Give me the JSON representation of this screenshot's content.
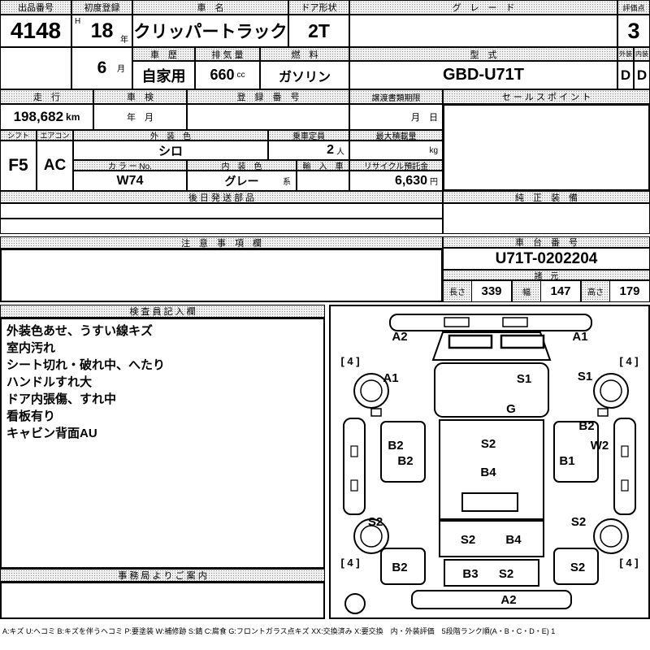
{
  "top": {
    "lot_label": "出品番号",
    "lot_value": "4148",
    "first_reg_label": "初度登録",
    "first_reg_era": "H",
    "first_reg_year": "18",
    "first_reg_year_unit": "年",
    "first_reg_month": "6",
    "first_reg_month_unit": "月",
    "car_name_label": "車　名",
    "car_name_value": "クリッパートラック",
    "door_label": "ドア形状",
    "door_value": "2T",
    "grade_label": "グ　レ　ー　ド",
    "grade_value": "",
    "score_label": "評価点",
    "score_value": "3",
    "history_label": "車　歴",
    "history_value": "自家用",
    "displacement_label": "排 気 量",
    "displacement_value": "660",
    "displacement_unit": "cc",
    "fuel_label": "燃　料",
    "fuel_value": "ガソリン",
    "model_label": "型　式",
    "model_value": "GBD-U71T",
    "exterior_label": "外装",
    "exterior_value": "D",
    "interior_label": "内装",
    "interior_value": "D"
  },
  "mid": {
    "mileage_label": "走　行",
    "mileage_value": "198,682",
    "mileage_unit": "km",
    "inspection_label": "車　検",
    "inspection_value": "年　月",
    "reg_no_label": "登　録　番　号",
    "reg_no_value": "",
    "transfer_label": "譲渡書類期限",
    "transfer_value": "月　日",
    "sales_point_label": "セ ー ル ス ポ イ ン ト",
    "sales_point_value": ""
  },
  "spec": {
    "shift_label": "シフト",
    "shift_value": "F5",
    "aircon_label": "エアコン",
    "aircon_value": "AC",
    "ext_color_label": "外　装　色",
    "ext_color_value": "シロ",
    "capacity_label": "乗車定員",
    "capacity_value": "2",
    "capacity_unit": "人",
    "max_load_label": "最大積載量",
    "max_load_unit": "kg",
    "color_no_label": "カ ラ ー No.",
    "color_no_value": "W74",
    "int_color_label": "内　装　色",
    "int_color_value": "グレー",
    "int_color_unit": "系",
    "import_label": "輸　入　車",
    "import_value": "",
    "recycle_label": "リサイクル預託金",
    "recycle_value": "6,630",
    "recycle_unit": "円"
  },
  "boxes": {
    "later_parts_label": "後 日 発 送 部 品",
    "genuine_label": "純　正　装　備",
    "caution_label": "注　意　事　項　欄",
    "chassis_label": "車　台　番　号",
    "chassis_value": "U71T-0202204",
    "dimensions_label": "諸　元",
    "length_label": "長さ",
    "length_value": "339",
    "width_label": "幅",
    "width_value": "147",
    "height_label": "高さ",
    "height_value": "179",
    "inspector_label": "検 査 員 記 入 欄",
    "inspector_lines": [
      "外装色あせ、うすい線キズ",
      "室内汚れ",
      "シート切れ・破れ中、へたり",
      "ハンドルすれ大",
      "ドア内張傷、すれ中",
      "看板有り",
      "キャビン背面AU"
    ],
    "office_label": "事 務 局 よ り ご 案 内"
  },
  "diagram": {
    "marks": {
      "front_left": "A2",
      "front_right": "A1",
      "tire_front_left": "[ 4 ]",
      "tire_front_right": "[ 4 ]",
      "front_fender_left": "A1",
      "windshield_center": "S1",
      "front_fender_right": "S1",
      "roof_center": "G",
      "side_right_upper": "B2",
      "door_left_upper": "B2",
      "door_right_outer": "W2",
      "door_left_lower": "B2",
      "bed_center_upper": "S2",
      "door_right_lower": "B1",
      "bed_center_mid": "B4",
      "rear_fender_left": "S2",
      "bed_lower_left": "S2",
      "bed_lower_right": "B4",
      "rear_fender_right": "S2",
      "tire_rear_left": "[ 4 ]",
      "tire_rear_right": "[ 4 ]",
      "rear_panel_left": "B2",
      "bed_bottom_left": "B3",
      "bed_bottom_right": "S2",
      "rear_panel_right": "S2",
      "rear_gate": "A2"
    }
  },
  "footer": {
    "legend": "A:キズ U:ヘコミ B:キズを伴うヘコミ P:要塗装 W:補修跡 S:錆 C:腐食 G:フロントガラス点キズ XX:交換済み X:要交換　内・外装評価　5段階ランク順(A・B・C・D・E) 1"
  }
}
